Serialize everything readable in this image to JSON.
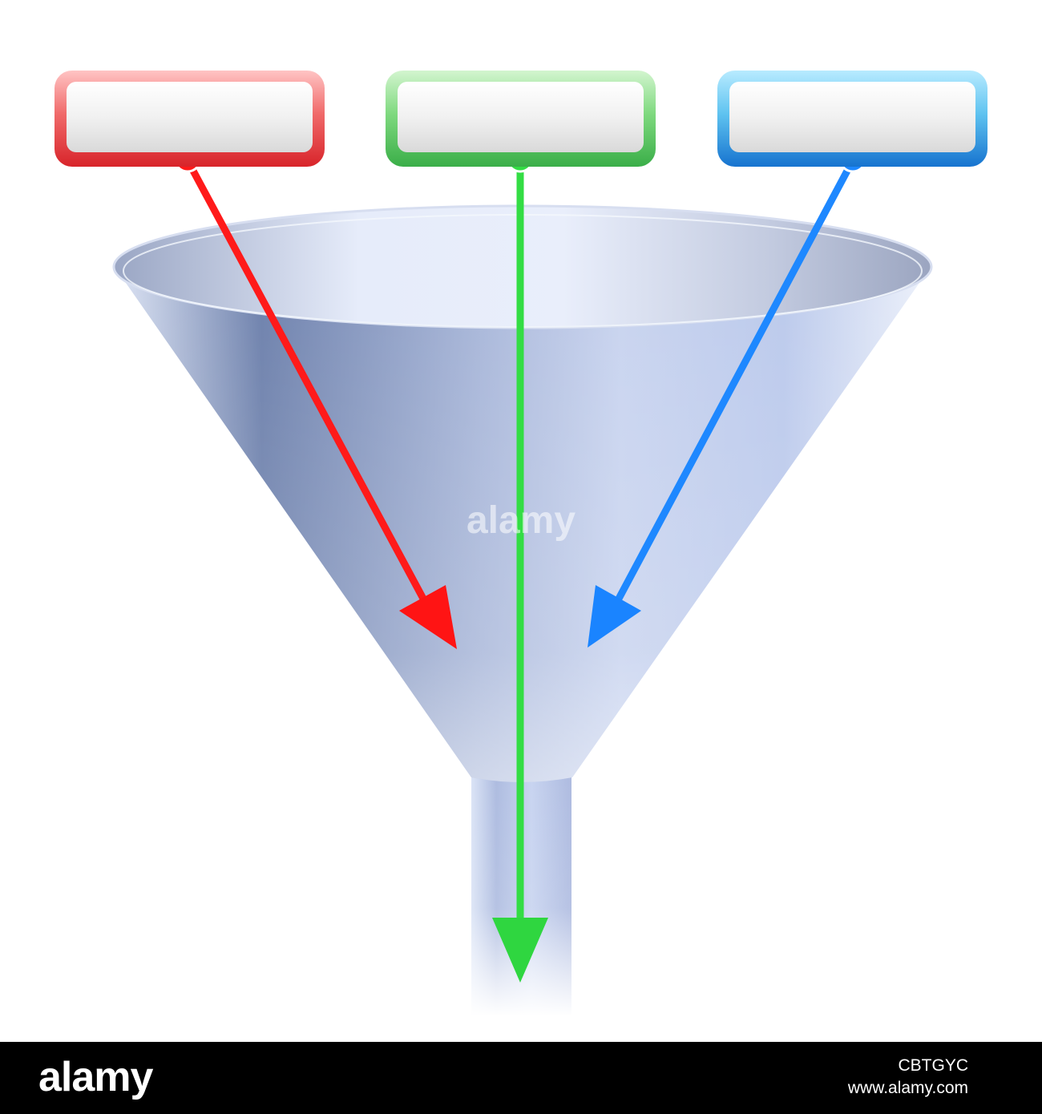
{
  "diagram": {
    "boxes": [
      {
        "key": "red",
        "label": "",
        "color": "#e0262b",
        "accent": "#ff1a1a"
      },
      {
        "key": "green",
        "label": "",
        "color": "#3dbb4a",
        "accent": "#33dd44"
      },
      {
        "key": "blue",
        "label": "",
        "color": "#1a7fd6",
        "accent": "#1e88ff"
      }
    ],
    "funnel_color": "#b9c6e8",
    "watermark": "alamy"
  },
  "footer": {
    "logo": "alamy",
    "image_id": "CBTGYC",
    "url": "www.alamy.com"
  }
}
